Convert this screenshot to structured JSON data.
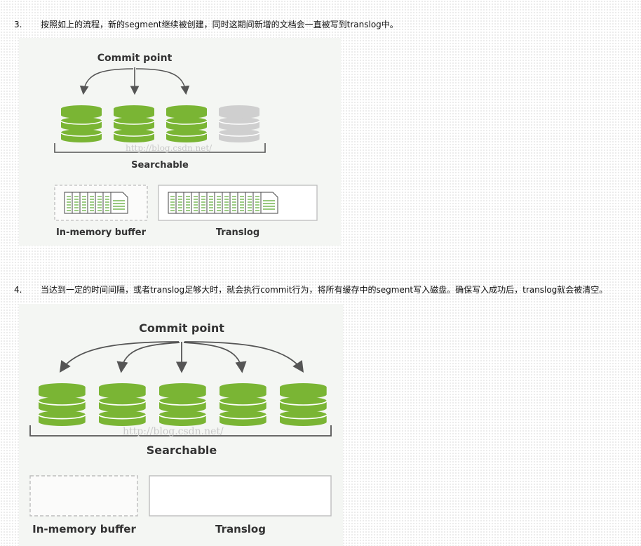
{
  "steps": [
    {
      "number": "3.",
      "text": "按照如上的流程，新的segment继续被创建，同时这期间新增的文档会一直被写到translog中。"
    },
    {
      "number": "4.",
      "text": "当达到一定的时间间隔，或者translog足够大时，就会执行commit行为，将所有缓存中的segment写入磁盘。确保写入成功后，translog就会被清空。"
    }
  ],
  "figure1": {
    "commit_label": "Commit point",
    "searchable_label": "Searchable",
    "buffer_label": "In-memory buffer",
    "translog_label": "Translog",
    "watermark": "http://blog.csdn.net/"
  },
  "figure2": {
    "commit_label": "Commit point",
    "searchable_label": "Searchable",
    "buffer_label": "In-memory buffer",
    "translog_label": "Translog",
    "watermark": "http://blog.csdn.net/"
  },
  "colors": {
    "segment_committed": "#7ab534",
    "segment_uncommitted": "#cfcfcf",
    "stroke": "#555555",
    "doc_line": "#5aa832"
  }
}
